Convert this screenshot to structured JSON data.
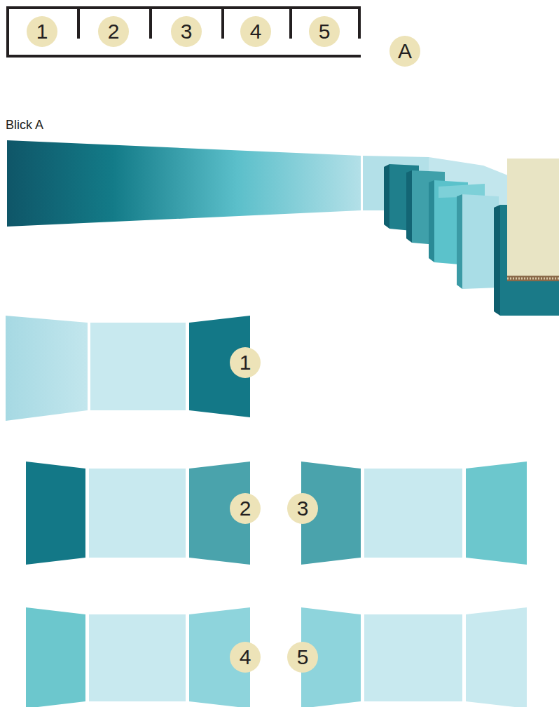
{
  "diagram": {
    "labels": [
      "1",
      "2",
      "3",
      "4",
      "5",
      "A",
      "Blick A",
      "1",
      "2",
      "3",
      "4",
      "5"
    ]
  }
}
